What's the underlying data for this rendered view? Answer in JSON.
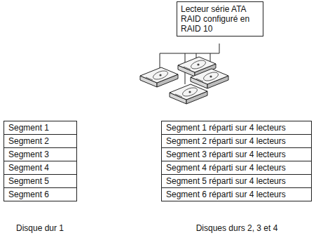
{
  "diagram": {
    "nodes": [
      {
        "text": [
          "Lecteur série ATA RAID configuré en RAID 10"
        ]
      },
      {
        "text": [
          "Segment 1"
        ]
      },
      {
        "text": [
          "Segment 2"
        ]
      },
      {
        "text": [
          "Segment 3"
        ]
      },
      {
        "text": [
          "Segment 4"
        ]
      },
      {
        "text": [
          "Segment 5"
        ]
      },
      {
        "text": [
          "Segment 6"
        ]
      },
      {
        "text": [
          "Segment 1 réparti sur 4 lecteurs"
        ]
      },
      {
        "text": [
          "Segment 2 réparti sur 4 lecteurs"
        ]
      },
      {
        "text": [
          "Segment 3 réparti sur 4 lecteurs"
        ]
      },
      {
        "text": [
          "Segment 4 réparti sur 4 lecteurs"
        ]
      },
      {
        "text": [
          "Segment 5 réparti sur 4 lecteurs"
        ]
      },
      {
        "text": [
          "Segment 6 réparti sur 4 lecteurs"
        ]
      }
    ],
    "labels": [
      "Disque dur 1",
      "Disques durs 2, 3 et 4"
    ]
  }
}
